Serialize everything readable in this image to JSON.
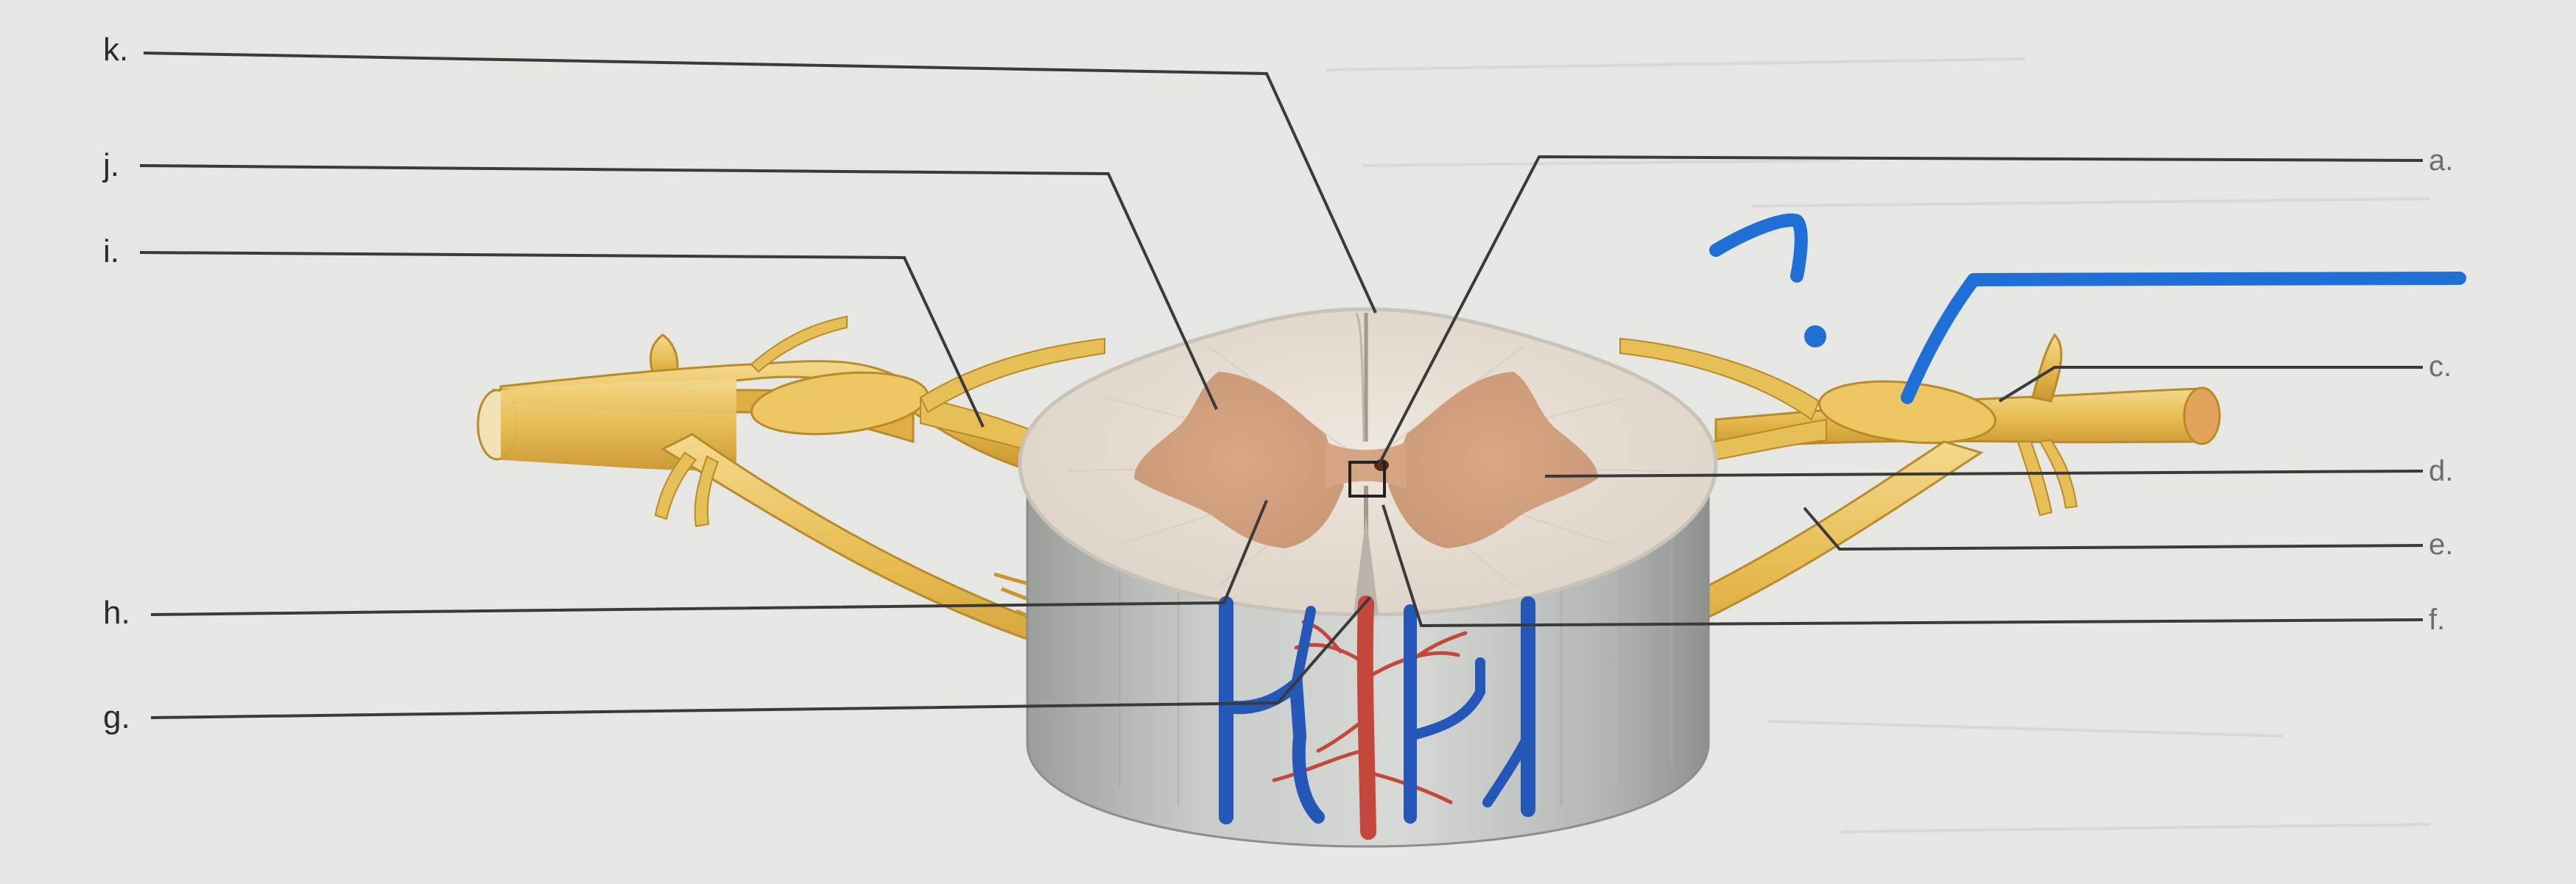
{
  "labels": {
    "k": "k.",
    "j": "j.",
    "i": "i.",
    "h": "h.",
    "g": "g.",
    "a": "a.",
    "c": "c.",
    "d": "d.",
    "e": "e.",
    "f": "f."
  },
  "colors": {
    "page_background": "#e6e7e3",
    "white_matter": "#e9e1d6",
    "gray_matter": "#d4a483",
    "nerve": "#e7bf57",
    "nerve_highlight": "#f1d585",
    "cord_side": "#b7b9b6",
    "vein": "#2457b8",
    "artery": "#c4473b",
    "leader_line": "#3a3a3a",
    "annotation_ink": "#1f6fd6"
  },
  "annotations": {
    "handwritten_mark": "question-mark",
    "handwritten_line": "blue-pen-line"
  }
}
